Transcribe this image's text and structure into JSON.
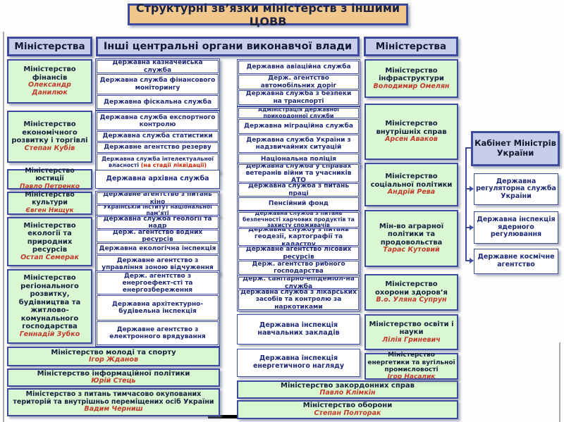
{
  "title": "Структурні зв’язки міністерств з іншими ЦОВВ",
  "artifact_dots": "...",
  "headers": {
    "left": "Міністерства",
    "center": "Інші центральні органи виконавчої влади",
    "right": "Міністерства"
  },
  "colors": {
    "border_navy": "#3d4a9e",
    "ministry_green": "#d9f7d2",
    "header_lavender": "#c7cee9",
    "title_tan": "#f1c78e",
    "minister_red": "#c03a2b",
    "agency_text_navy": "#1e2a78",
    "liquidation_red": "#cc2200"
  },
  "left": {
    "groups": [
      {
        "name": "Міністерство фінансів",
        "minister": "Олександр Данилюк",
        "agencies": [
          "Державна казначейська служба",
          "Державна служба фінансового моніторингу",
          "Державна фіскальна служба"
        ]
      },
      {
        "name": "Міністерство економічного розвитку і торгівлі",
        "minister": "Степан Кубів",
        "agencies": [
          "Державна служба експортного контролю",
          "Державна служба статистики",
          "Державне агентство резерву",
          "Державна служба інтелектуальної власності"
        ],
        "agency_note": "(на стадії ліквідації)"
      },
      {
        "name": "Міністерство юстиції",
        "minister": "Павло Петренко",
        "agencies": [
          "Державна архівна служба"
        ]
      },
      {
        "name": "Міністерство культури",
        "minister": "Євген Нищук",
        "agencies": [
          "Державне агентство з питань кіно",
          "Українській інститут національної пам’яті"
        ]
      },
      {
        "name": "Міністерство екології та природних ресурсів",
        "minister": "Остап Семерак",
        "agencies": [
          "Державна служба геології та надр",
          "Держ. агентство водних ресурсів",
          "Державна екологічна інспекція",
          "Державне агентство з управління зоною відчуження"
        ]
      },
      {
        "name": "Міністерство регіонального розвитку, будівництва та житлово-комунального господарства",
        "minister": "Геннадій Зубко",
        "agencies": [
          "Держ. агентство з енергоефект-сті та енергозбереження",
          "Державна архітектурно-будівельна інспекція",
          "Державне агентство з електронного врядування"
        ]
      }
    ],
    "wide": [
      {
        "name": "Міністерство молоді та спорту",
        "minister": "Ігор Жданов"
      },
      {
        "name": "Міністерство інформаційної політики",
        "minister": "Юрій Стець"
      },
      {
        "name": "Міністерство з питань тимчасово окупованих територій та внутрішньо переміщених осіб України",
        "minister": "Вадим Черниш"
      }
    ]
  },
  "center": {
    "groups": [
      {
        "agencies": [
          "Державна авіаційна служба",
          "Держ. агентство автомобільних доріг",
          "Державна служба з безпеки на транспорті"
        ]
      },
      {
        "agencies": [
          "Адміністрація Державної прикордонної служби",
          "Державна міграційна служба",
          "Державна служба України з надзвичайних ситуацій",
          "Національна поліція"
        ]
      },
      {
        "agencies": [
          "Державна служба у справах ветеранів війни та учасників АТО",
          "Державна служба  з питань праці",
          "Пенсійний фонд"
        ]
      },
      {
        "agencies": [
          "Державна служба з питань безпечності харчових продуктів та захисту споживачів",
          "Державна службу з питань геодезії, картографії та кадастру",
          "Державне агентство лісових ресурсів",
          "Держ. агентство рибного господарства"
        ]
      },
      {
        "agencies": [
          "Держ. санітарно-епідеміол-на  служба",
          "Державна служба з лікарських засобів та контролю за наркотиками"
        ]
      },
      {
        "agencies": [
          "Державна інспекція навчальних закладів"
        ]
      },
      {
        "agencies": [
          "Державна інспекція енергетичного нагляду"
        ]
      }
    ],
    "wide": [
      {
        "name": "Міністерство закордонних справ",
        "minister": "Павло Клімкін"
      },
      {
        "name": "Міністерство оборони",
        "minister": "Степан Полторак"
      }
    ]
  },
  "right": {
    "ministries": [
      {
        "name": "Міністерство інфраструктури",
        "minister": "Володимир Омелян"
      },
      {
        "name": "Міністерство внутрішніх справ",
        "minister": "Арсен Аваков"
      },
      {
        "name": "Міністерство соціальної політики",
        "minister": "Андрій Рева"
      },
      {
        "name": "Мін-во аграрної політики та продовольства",
        "minister": "Тарас Кутовий"
      },
      {
        "name": "Міністерство охорони здоров’я",
        "minister": "В.о. Уляна Супрун"
      },
      {
        "name": "Міністерство освіти і науки",
        "minister": "Лілія Гриневич"
      },
      {
        "name": "Міністерство енергетики та вугільної промисловості",
        "minister": "Ігор Насалик"
      }
    ]
  },
  "cabinet": {
    "title": "Кабінет Міністрів України",
    "agencies": [
      "Державна регуляторна служба України",
      "Державна інспекція ядерного регулювання",
      "Державне космічне агентство"
    ]
  }
}
